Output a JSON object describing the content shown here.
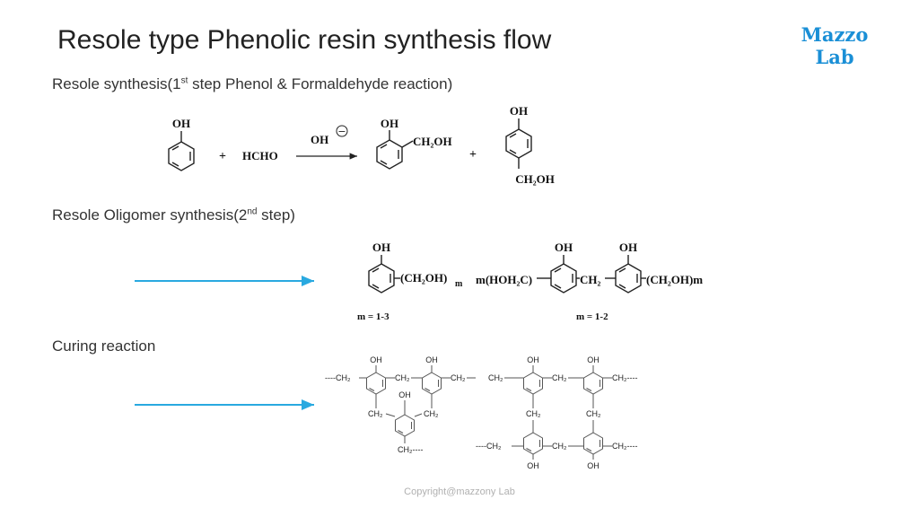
{
  "title": "Resole type Phenolic resin synthesis flow",
  "logo": {
    "line1": "Mazzo",
    "line2": "Lab"
  },
  "steps": {
    "step1": {
      "prefix": "Resole synthesis(1",
      "sup": "st",
      "suffix": " step  Phenol & Formaldehyde reaction)"
    },
    "step2": {
      "prefix": "Resole Oligomer synthesis(2",
      "sup": "nd",
      "suffix": " step)"
    },
    "step3": {
      "label": "Curing reaction"
    }
  },
  "reaction1": {
    "phenol_oh": "OH",
    "plus1": "+",
    "reagent": "HCHO",
    "catalyst": "OH",
    "catalyst_charge": "−",
    "product1_oh": "OH",
    "product1_group": "CH₂OH",
    "plus2": "+",
    "product2_oh": "OH",
    "product2_group": "CH₂OH"
  },
  "reaction2": {
    "mono_oh": "OH",
    "mono_group": "(CH₂OH)",
    "mono_sub": "m",
    "mono_m": "m = 1-3",
    "di_left": "m(HOH₂C)",
    "di_oh1": "OH",
    "di_bridge": "CH₂",
    "di_oh2": "OH",
    "di_right": "(CH₂OH)m",
    "di_m": "m = 1-2"
  },
  "curing": {
    "oh": "OH",
    "ch2": "CH₂",
    "ch2_dash_left": "----CH₂",
    "ch2_dash_right": "CH₂----"
  },
  "colors": {
    "arrow": "#29a9e0",
    "logo": "#1a8fd6"
  },
  "copyright": "Copyright@mazzony Lab"
}
